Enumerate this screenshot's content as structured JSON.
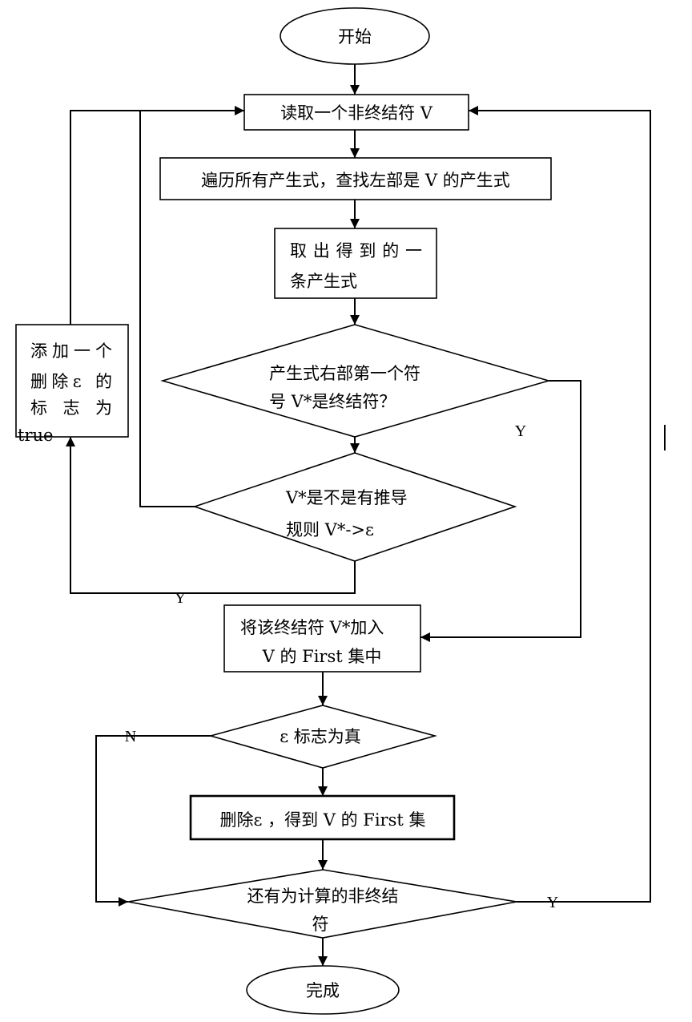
{
  "nodes": {
    "start": {
      "label": "开始"
    },
    "read_nonterminal": {
      "label": "读取一个非终结符 V"
    },
    "traverse_productions": {
      "label": "遍历所有产生式，查找左部是 V 的产生式"
    },
    "take_production": {
      "lines": [
        "取出得到的一",
        "条产生式"
      ]
    },
    "is_terminal": {
      "lines": [
        "产生式右部第一个符",
        "号 V*是终结符？"
      ]
    },
    "has_epsilon_rule": {
      "lines": [
        "V*是不是有推导",
        "规则 V*->ε"
      ]
    },
    "add_epsilon_flag": {
      "lines": [
        "添加一个",
        "删除ε 的",
        "标志为",
        "true"
      ]
    },
    "add_to_first": {
      "lines": [
        "将该终结符 V*加入",
        "V 的 First 集中"
      ]
    },
    "epsilon_flag_true": {
      "label": "ε 标志为真"
    },
    "remove_epsilon": {
      "label": "删除ε ，得到 V 的 First 集"
    },
    "more_nonterminals": {
      "lines": [
        "还有为计算的非终结",
        "符"
      ]
    },
    "end": {
      "label": "完成"
    }
  },
  "edge_labels": {
    "is_terminal_yes": "Y",
    "has_epsilon_rule_yes": "Y",
    "epsilon_flag_no": "N",
    "more_nonterminals_yes": "Y"
  }
}
